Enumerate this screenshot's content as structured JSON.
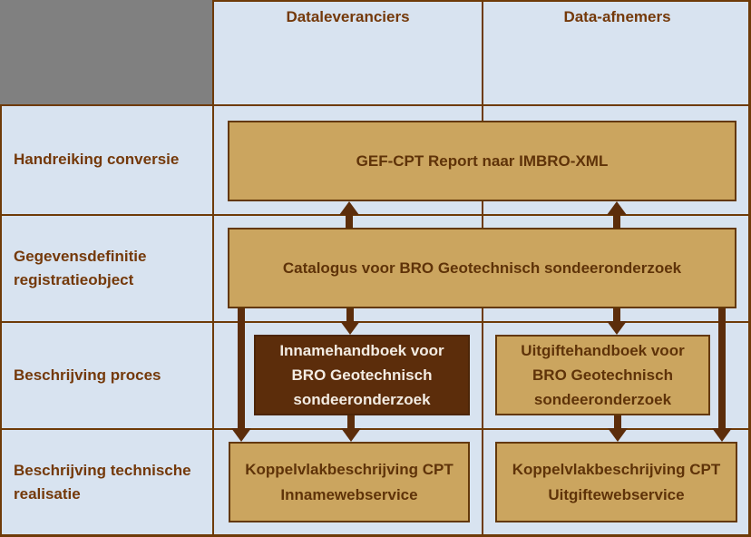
{
  "columns": {
    "dataleveranciers": "Dataleveranciers",
    "data_afnemers": "Data-afnemers"
  },
  "rows": {
    "handreiking_conversie": "Handreiking conversie",
    "gegevensdefinitie": "Gegevensdefinitie registratieobject",
    "beschrijving_proces": "Beschrijving proces",
    "beschrijving_technische_realisatie": "Beschrijving technische realisatie"
  },
  "boxes": {
    "gef_cpt": "GEF-CPT Report naar IMBRO-XML",
    "catalogus": "Catalogus voor BRO Geotechnisch sondeeronderzoek",
    "innamehandboek": "Innamehandboek voor BRO Geotechnisch sondeeronderzoek",
    "uitgiftehandboek": "Uitgiftehandboek voor BRO Geotechnisch sondeeronderzoek",
    "koppelvlak_inname": "Koppelvlakbeschrijving CPT Innamewebservice",
    "koppelvlak_uitgifte": "Koppelvlakbeschrijving CPT Uitgiftewebservice"
  },
  "colors": {
    "background": "#d8e3f0",
    "grid_line": "#6e3b08",
    "gray_cell": "#808080",
    "box_fill": "#cba55f",
    "box_border": "#633809",
    "dark_box_fill": "#5c2d0b",
    "dark_box_text": "#f3ece3",
    "arrow": "#5c2d0b",
    "label_text": "#74390a",
    "box_text": "#5f3309"
  }
}
